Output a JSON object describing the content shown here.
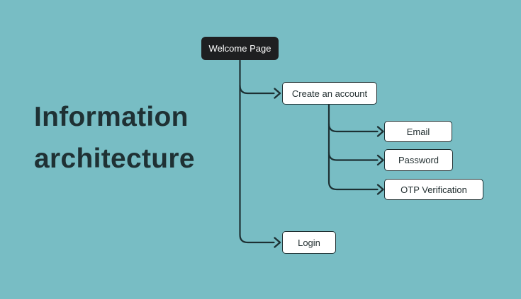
{
  "title": {
    "line1": "Information",
    "line2": "architecture"
  },
  "colors": {
    "background": "#78BDC4",
    "connector": "#1D3033",
    "node_border": "#1E2F31",
    "node_bg": "#FFFFFF",
    "node_text": "#243032",
    "root_node_bg": "#1E1F21",
    "root_node_text": "#FFFFFF",
    "title_text": "#1F3134"
  },
  "nodes": {
    "welcome": {
      "label": "Welcome Page"
    },
    "create_account": {
      "label": "Create an account"
    },
    "email": {
      "label": "Email"
    },
    "password": {
      "label": "Password"
    },
    "otp": {
      "label": "OTP Verification"
    },
    "login": {
      "label": "Login"
    }
  },
  "edges": [
    {
      "from": "Welcome Page",
      "to": "Create an account"
    },
    {
      "from": "Welcome Page",
      "to": "Login"
    },
    {
      "from": "Create an account",
      "to": "Email"
    },
    {
      "from": "Create an account",
      "to": "Password"
    },
    {
      "from": "Create an account",
      "to": "OTP Verification"
    }
  ]
}
